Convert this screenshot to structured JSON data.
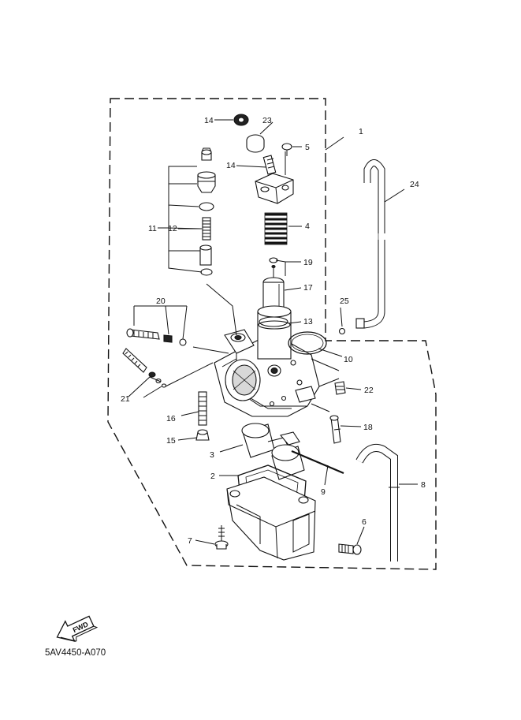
{
  "diagram": {
    "part_labels": [
      {
        "id": "c1",
        "text": "1"
      },
      {
        "id": "c2",
        "text": "2"
      },
      {
        "id": "c3",
        "text": "3"
      },
      {
        "id": "c4",
        "text": "4"
      },
      {
        "id": "c5",
        "text": "5"
      },
      {
        "id": "c6",
        "text": "6"
      },
      {
        "id": "c7",
        "text": "7"
      },
      {
        "id": "c8",
        "text": "8"
      },
      {
        "id": "c9",
        "text": "9"
      },
      {
        "id": "c10",
        "text": "10"
      },
      {
        "id": "c11",
        "text": "11"
      },
      {
        "id": "c12",
        "text": "12"
      },
      {
        "id": "c13",
        "text": "13"
      },
      {
        "id": "c14a",
        "text": "14"
      },
      {
        "id": "c14b",
        "text": "14"
      },
      {
        "id": "c15",
        "text": "15"
      },
      {
        "id": "c16",
        "text": "16"
      },
      {
        "id": "c17",
        "text": "17"
      },
      {
        "id": "c18",
        "text": "18"
      },
      {
        "id": "c19",
        "text": "19"
      },
      {
        "id": "c20",
        "text": "20"
      },
      {
        "id": "c21",
        "text": "21"
      },
      {
        "id": "c22",
        "text": "22"
      },
      {
        "id": "c23",
        "text": "23"
      },
      {
        "id": "c24",
        "text": "24"
      },
      {
        "id": "c25",
        "text": "25"
      }
    ],
    "fwd_label": "FWD",
    "figure_code": "5AV4450-A070"
  }
}
